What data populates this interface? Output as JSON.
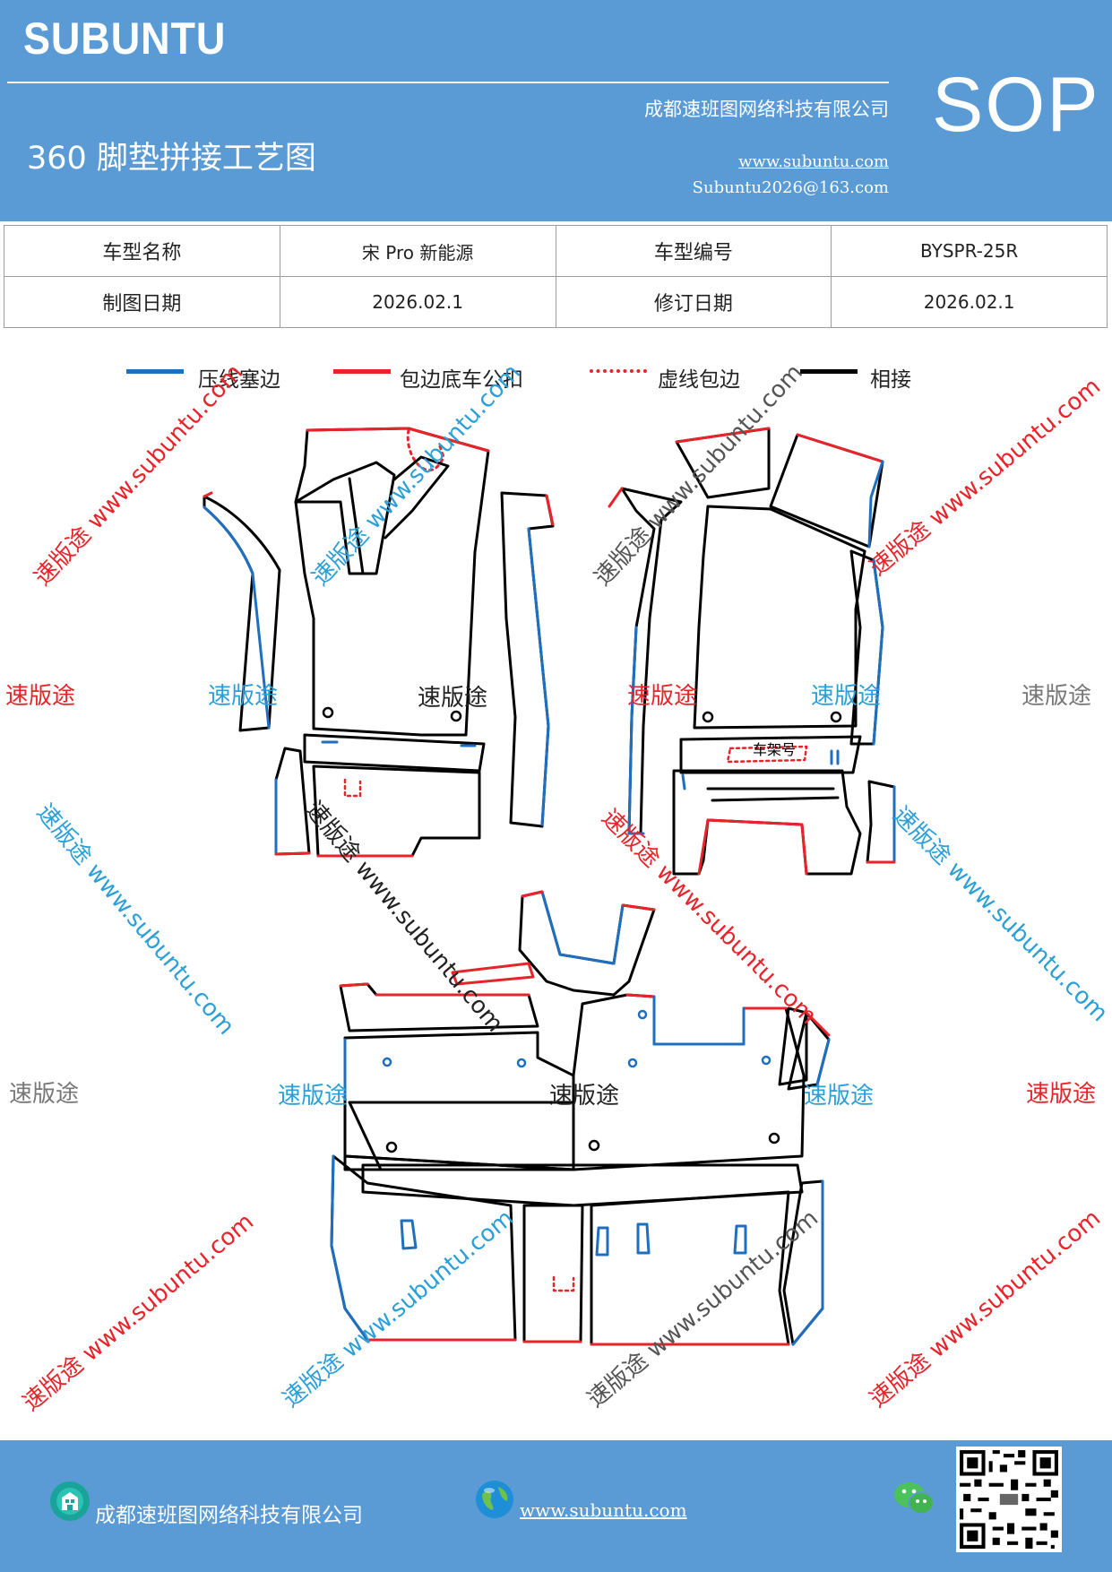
{
  "header": {
    "brand": "SUBUNTU",
    "sop": "SOP",
    "title": "360 脚垫拼接工艺图",
    "company": "成都速班图网络科技有限公司",
    "website": "www.subuntu.com",
    "email": "Subuntu2026@163.com"
  },
  "info_table": {
    "rows": [
      [
        "车型名称",
        "宋 Pro 新能源",
        "车型编号",
        "BYSPR-25R"
      ],
      [
        "制图日期",
        "2026.02.1",
        "修订日期",
        "2026.02.1"
      ]
    ]
  },
  "legend": [
    {
      "label": "压线塞边",
      "color": "#1f6fc0",
      "style": "solid"
    },
    {
      "label": "包边底车公扣",
      "color": "#e8232a",
      "style": "solid"
    },
    {
      "label": "虚线包边",
      "color": "#e8232a",
      "style": "dotted"
    },
    {
      "label": "相接",
      "color": "#000000",
      "style": "solid"
    }
  ],
  "diagram": {
    "frame_number_label": "车架号"
  },
  "watermarks": {
    "short": "速版途",
    "long": "速版途 www.subuntu.com"
  },
  "footer": {
    "company": "成都速班图网络科技有限公司",
    "website": "www.subuntu.com"
  },
  "colors": {
    "header_bg": "#5b9bd5",
    "blue_line": "#1f6fc0",
    "red_line": "#e8232a",
    "black_line": "#000000"
  }
}
